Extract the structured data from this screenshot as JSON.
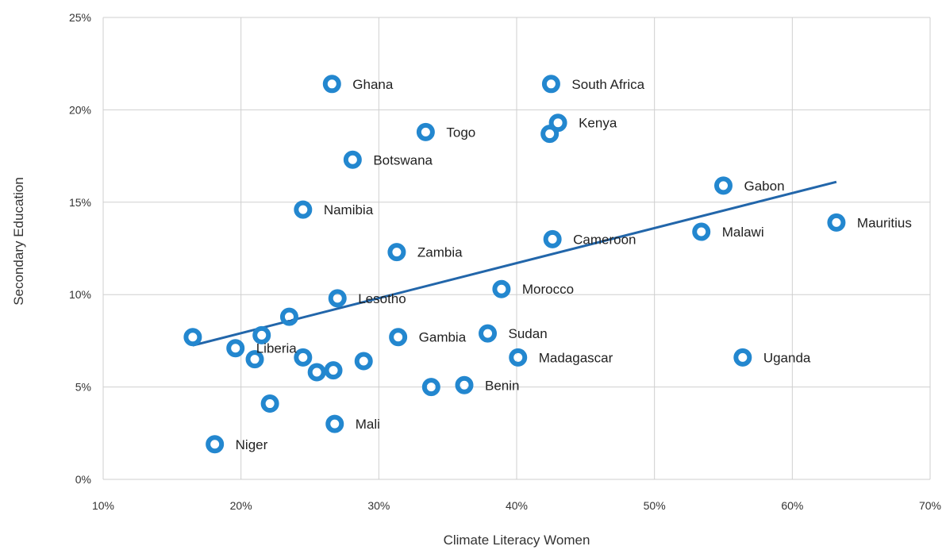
{
  "chart_data": {
    "type": "scatter",
    "xlabel": "Climate Literacy Women",
    "ylabel": "Secondary Education",
    "xlim": [
      0.1,
      0.7
    ],
    "ylim": [
      0.0,
      0.25
    ],
    "x_ticks": [
      {
        "value": 0.1,
        "label": "10%"
      },
      {
        "value": 0.2,
        "label": "20%"
      },
      {
        "value": 0.3,
        "label": "30%"
      },
      {
        "value": 0.4,
        "label": "40%"
      },
      {
        "value": 0.5,
        "label": "50%"
      },
      {
        "value": 0.6,
        "label": "60%"
      },
      {
        "value": 0.7,
        "label": "70%"
      }
    ],
    "y_ticks": [
      {
        "value": 0.0,
        "label": "0%"
      },
      {
        "value": 0.05,
        "label": "5%"
      },
      {
        "value": 0.1,
        "label": "10%"
      },
      {
        "value": 0.15,
        "label": "15%"
      },
      {
        "value": 0.2,
        "label": "20%"
      },
      {
        "value": 0.25,
        "label": "25%"
      }
    ],
    "grid": true,
    "legend": "none",
    "marker_color": "#2387cf",
    "trendline_color": "#2266aa",
    "trendline": {
      "x": [
        0.165,
        0.632
      ],
      "y": [
        0.0725,
        0.161
      ]
    },
    "points": [
      {
        "label": "Ghana",
        "x": 0.266,
        "y": 0.214
      },
      {
        "label": "South Africa",
        "x": 0.425,
        "y": 0.214
      },
      {
        "label": "Togo",
        "x": 0.334,
        "y": 0.188
      },
      {
        "label": "Kenya",
        "x": 0.43,
        "y": 0.193
      },
      {
        "label": "",
        "x": 0.424,
        "y": 0.187
      },
      {
        "label": "Botswana",
        "x": 0.281,
        "y": 0.173
      },
      {
        "label": "Gabon",
        "x": 0.55,
        "y": 0.159
      },
      {
        "label": "Namibia",
        "x": 0.245,
        "y": 0.146
      },
      {
        "label": "Mauritius",
        "x": 0.632,
        "y": 0.139
      },
      {
        "label": "Malawi",
        "x": 0.534,
        "y": 0.134
      },
      {
        "label": "Cameroon",
        "x": 0.426,
        "y": 0.13
      },
      {
        "label": "Zambia",
        "x": 0.313,
        "y": 0.123
      },
      {
        "label": "Morocco",
        "x": 0.389,
        "y": 0.103
      },
      {
        "label": "Lesotho",
        "x": 0.27,
        "y": 0.098
      },
      {
        "label": "",
        "x": 0.235,
        "y": 0.088
      },
      {
        "label": "",
        "x": 0.165,
        "y": 0.077
      },
      {
        "label": "",
        "x": 0.215,
        "y": 0.078
      },
      {
        "label": "Gambia",
        "x": 0.314,
        "y": 0.077
      },
      {
        "label": "Sudan",
        "x": 0.379,
        "y": 0.079
      },
      {
        "label": "Liberia",
        "x": 0.196,
        "y": 0.071
      },
      {
        "label": "",
        "x": 0.245,
        "y": 0.066
      },
      {
        "label": "",
        "x": 0.21,
        "y": 0.065
      },
      {
        "label": "Madagascar",
        "x": 0.401,
        "y": 0.066
      },
      {
        "label": "Uganda",
        "x": 0.564,
        "y": 0.066
      },
      {
        "label": "",
        "x": 0.289,
        "y": 0.064
      },
      {
        "label": "",
        "x": 0.255,
        "y": 0.058
      },
      {
        "label": "",
        "x": 0.267,
        "y": 0.059
      },
      {
        "label": "Benin",
        "x": 0.362,
        "y": 0.051
      },
      {
        "label": "",
        "x": 0.338,
        "y": 0.05
      },
      {
        "label": "",
        "x": 0.221,
        "y": 0.041
      },
      {
        "label": "Mali",
        "x": 0.268,
        "y": 0.03
      },
      {
        "label": "Niger",
        "x": 0.181,
        "y": 0.019
      }
    ]
  }
}
